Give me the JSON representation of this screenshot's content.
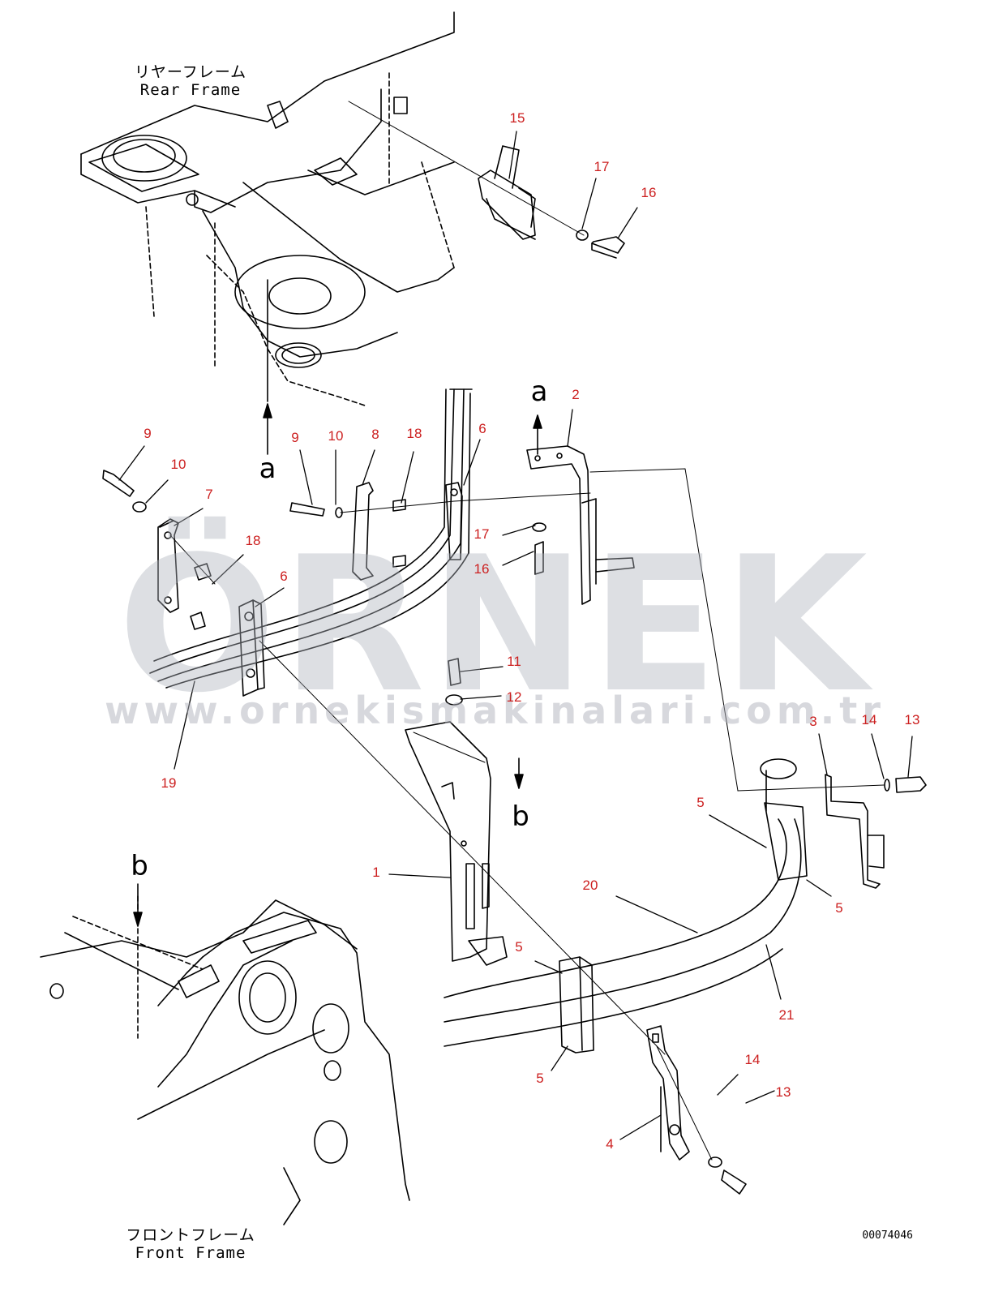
{
  "frames": {
    "rear": {
      "jp": "リヤーフレーム",
      "en": "Rear Frame"
    },
    "front": {
      "jp": "フロントフレーム",
      "en": "Front Frame"
    }
  },
  "view_arrows": {
    "a": "a",
    "b": "b"
  },
  "drawing_number": "00074046",
  "watermark": {
    "brand": "ÖRNEK",
    "url": "www.ornekismakinalari.com.tr"
  },
  "callouts": {
    "c15": "15",
    "c17_top": "17",
    "c16_top": "16",
    "c9_left": "9",
    "c10_left": "10",
    "c7": "7",
    "c18_left": "18",
    "c6_left": "6",
    "c19": "19",
    "c9_mid": "9",
    "c10_mid": "10",
    "c8": "8",
    "c18_mid": "18",
    "c6_mid": "6",
    "c2": "2",
    "c17_mid": "17",
    "c16_mid": "16",
    "c11": "11",
    "c12": "12",
    "c1": "1",
    "c3": "3",
    "c14_right": "14",
    "c13_right": "13",
    "c5_a": "5",
    "c5_b": "5",
    "c5_c": "5",
    "c5_d": "5",
    "c20": "20",
    "c21": "21",
    "c14_low": "14",
    "c13_low": "13",
    "c4": "4"
  },
  "colors": {
    "callout": "#cc1f1f",
    "line": "#000000",
    "watermark_text": "#afb2bc",
    "watermark_accent": "#f3d35a"
  }
}
